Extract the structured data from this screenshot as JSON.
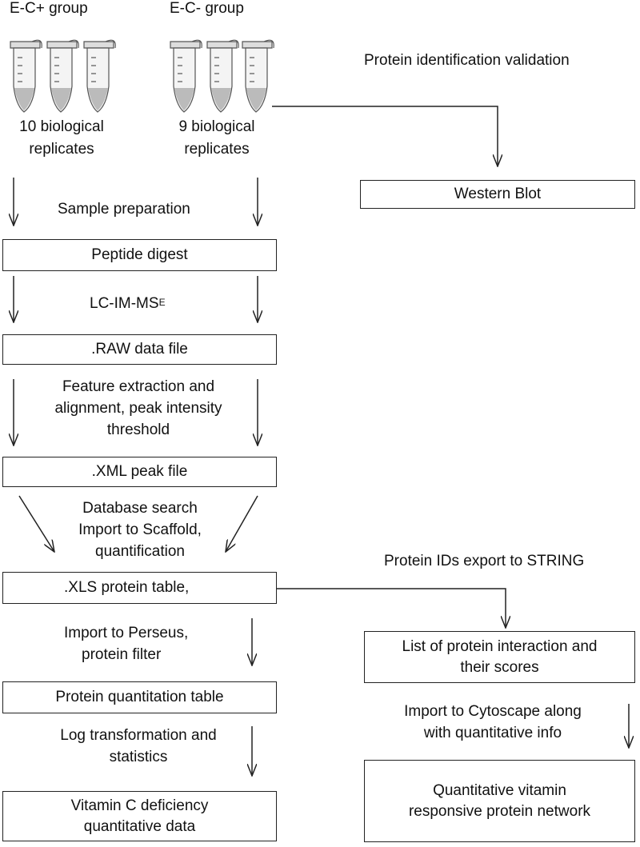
{
  "groups": {
    "ec_plus": {
      "title": "E-C+ group",
      "replicates_line1": "10 biological",
      "replicates_line2": "replicates"
    },
    "ec_minus": {
      "title": "E-C- group",
      "replicates_line1": "9 biological",
      "replicates_line2": "replicates"
    }
  },
  "labels": {
    "validation": "Protein identification validation",
    "sample_prep": "Sample preparation",
    "lcims_base": "LC-IM-MS",
    "lcims_sup": "E",
    "feature_1": "Feature extraction and",
    "feature_2": "alignment, peak intensity",
    "feature_3": "threshold",
    "db_1": "Database search",
    "db_2": "Import to Scaffold,",
    "db_3": "quantification",
    "string_export": "Protein IDs export to STRING",
    "perseus_1": "Import to Perseus,",
    "perseus_2": "protein filter",
    "log_1": "Log transformation and",
    "log_2": "statistics",
    "cyto_1": "Import to Cytoscape along",
    "cyto_2": "with quantitative info"
  },
  "boxes": {
    "western_blot": "Western Blot",
    "peptide_digest": "Peptide digest",
    "raw_file": ".RAW data file",
    "xml_file": ".XML peak file",
    "xls_table": ".XLS protein table,",
    "quant_table": "Protein quantitation table",
    "vitc_1": "Vitamin C deficiency",
    "vitc_2": "quantitative data",
    "interaction_1": "List of protein interaction and",
    "interaction_2": "their scores",
    "network_1": "Quantitative vitamin",
    "network_2": "responsive protein network"
  }
}
